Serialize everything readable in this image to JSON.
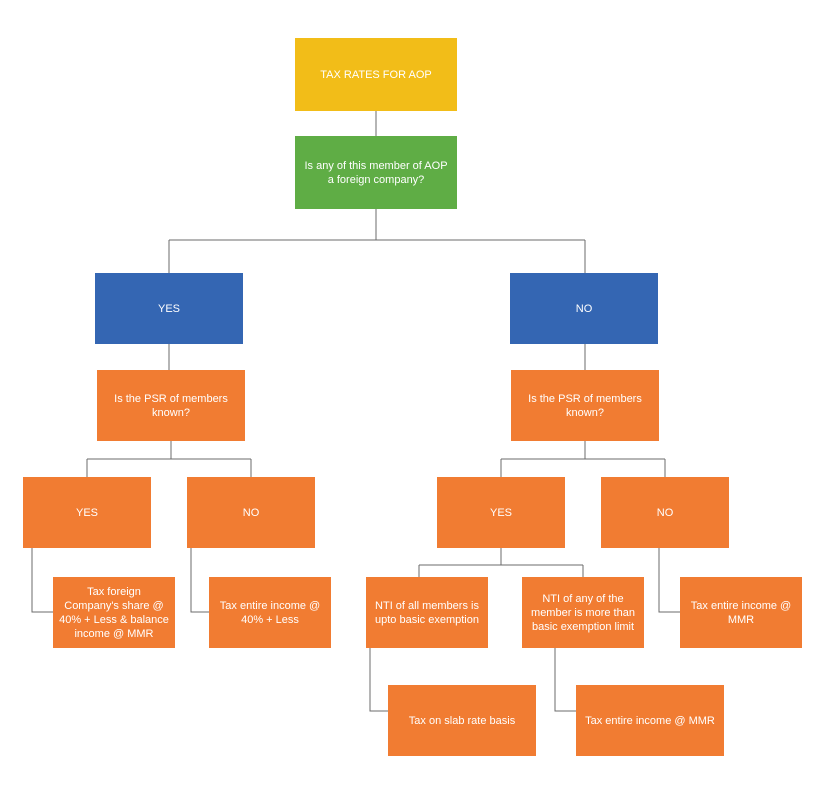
{
  "colors": {
    "title": "#f2bd18",
    "question": "#5fad45",
    "primary_branch": "#3466b3",
    "secondary": "#f17c32",
    "connector": "#6b6b6b"
  },
  "root": {
    "label": "TAX RATES FOR AOP"
  },
  "question": {
    "label": "Is any of this member of AOP a foreign company?"
  },
  "left": {
    "branch": "YES",
    "question": "Is the PSR of members known?",
    "yes": {
      "label": "YES",
      "outcome": "Tax foreign Company's share @ 40% + Less & balance income @ MMR"
    },
    "no": {
      "label": "NO",
      "outcome": "Tax entire income @ 40% + Less"
    }
  },
  "right": {
    "branch": "NO",
    "question": "Is the PSR of members known?",
    "yes": {
      "label": "YES",
      "case_a": {
        "label": "NTI of all members is upto basic exemption",
        "outcome": "Tax on slab rate basis"
      },
      "case_b": {
        "label": "NTI of any of the member is more than basic exemption limit",
        "outcome": "Tax entire income @ MMR"
      }
    },
    "no": {
      "label": "NO",
      "outcome": "Tax entire income @ MMR"
    }
  }
}
